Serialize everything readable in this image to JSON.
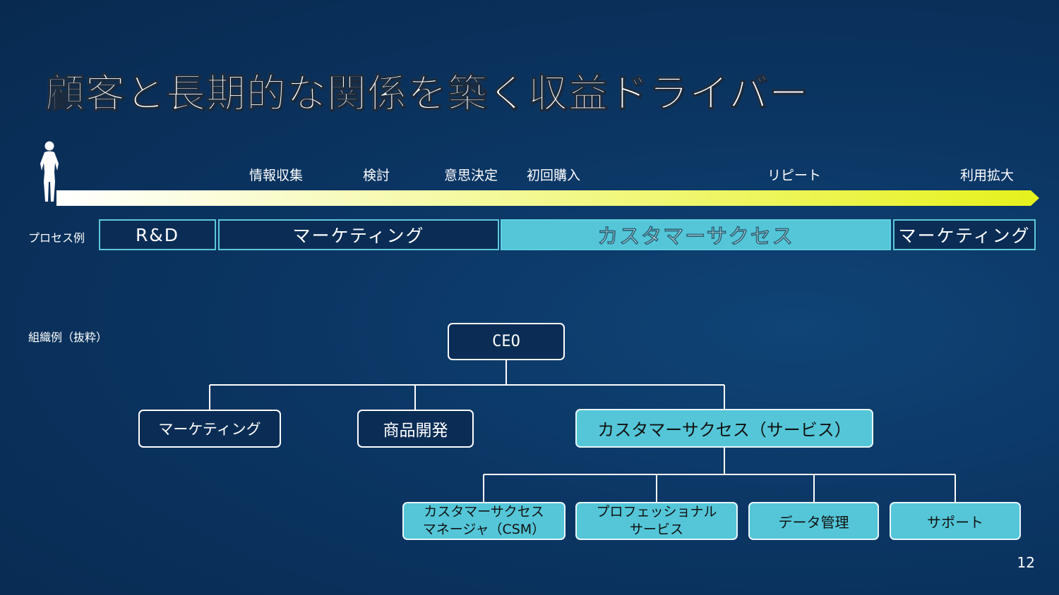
{
  "title": "顧客と長期的な関係を築く収益ドライバー",
  "journey": {
    "stages": [
      "情報収集",
      "検討",
      "意思決定",
      "初回購入",
      "リピート",
      "利用拡大"
    ],
    "arrow_colors": {
      "start": "#ffffff",
      "end": "#e6f21c"
    }
  },
  "process": {
    "label": "プロセス例",
    "boxes": [
      "R&D",
      "マーケティング",
      "カスタマーサクセス",
      "マーケティング"
    ],
    "highlight_color": "#54c6d8"
  },
  "org": {
    "label": "組織例（抜粋）",
    "ceo": "CEO",
    "level1": [
      "マーケティング",
      "商品開発",
      "カスタマーサクセス（サービス）"
    ],
    "level2": [
      {
        "line1": "カスタマーサクセス",
        "line2": "マネージャ（CSM）"
      },
      {
        "line1": "プロフェッショナル",
        "line2": "サービス"
      },
      {
        "line1": "データ管理"
      },
      {
        "line1": "サポート"
      }
    ]
  },
  "page_number": "12"
}
